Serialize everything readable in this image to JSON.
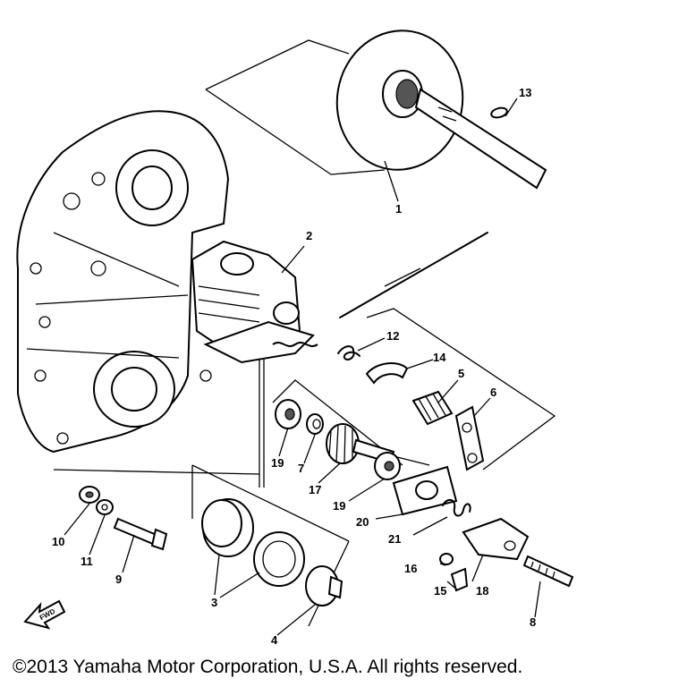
{
  "diagram": {
    "callouts": [
      "1",
      "2",
      "3",
      "4",
      "5",
      "6",
      "7",
      "8",
      "9",
      "10",
      "11",
      "12",
      "13",
      "14",
      "15",
      "16",
      "17",
      "18",
      "19",
      "19",
      "20",
      "21"
    ],
    "fwd_label": "FWD"
  },
  "footer": {
    "copyright": "©2013 Yamaha Motor Corporation, U.S.A. All rights reserved."
  }
}
